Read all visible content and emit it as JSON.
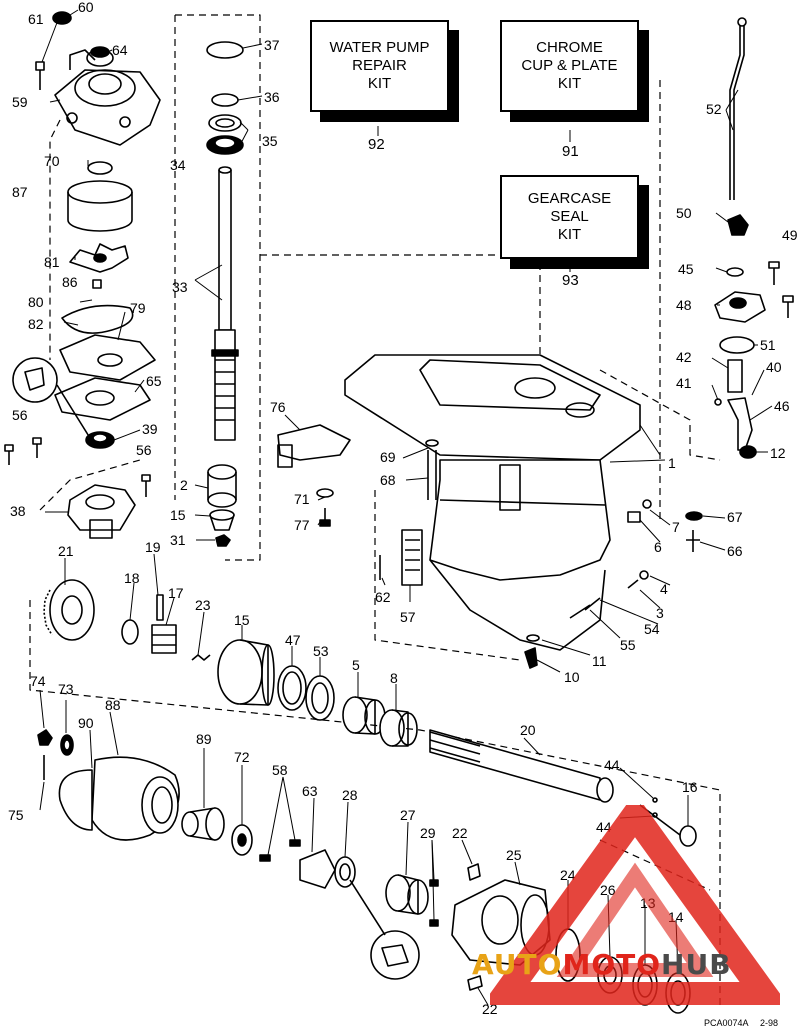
{
  "kits": [
    {
      "label": "WATER PUMP\nREPAIR\nKIT",
      "number": "92"
    },
    {
      "label": "CHROME\nCUP & PLATE\nKIT",
      "number": "91"
    },
    {
      "label": "GEARCASE\nSEAL\nKIT",
      "number": "93"
    }
  ],
  "callouts": [
    "60",
    "61",
    "64",
    "59",
    "37",
    "36",
    "35",
    "34",
    "70",
    "87",
    "33",
    "81",
    "86",
    "80",
    "79",
    "82",
    "65",
    "39",
    "56",
    "56",
    "38",
    "2",
    "15",
    "31",
    "21",
    "18",
    "19",
    "17",
    "23",
    "15",
    "47",
    "53",
    "5",
    "8",
    "76",
    "69",
    "68",
    "1",
    "71",
    "77",
    "62",
    "57",
    "7",
    "67",
    "6",
    "66",
    "4",
    "3",
    "54",
    "55",
    "11",
    "10",
    "52",
    "50",
    "45",
    "49",
    "48",
    "51",
    "42",
    "41",
    "40",
    "46",
    "12",
    "20",
    "74",
    "73",
    "88",
    "90",
    "75",
    "89",
    "72",
    "58",
    "63",
    "28",
    "27",
    "29",
    "22",
    "25",
    "24",
    "26",
    "13",
    "14",
    "22",
    "44",
    "44",
    "16"
  ],
  "drawing_code": "PCA0074A",
  "drawing_date": "2-98",
  "watermark": {
    "part1": "AUTO",
    "part2": "MOTO",
    "part3": "HUB",
    "color_dark": "#4a4a4a",
    "color_red": "#e0251b",
    "color_gold": "#e8a317"
  }
}
